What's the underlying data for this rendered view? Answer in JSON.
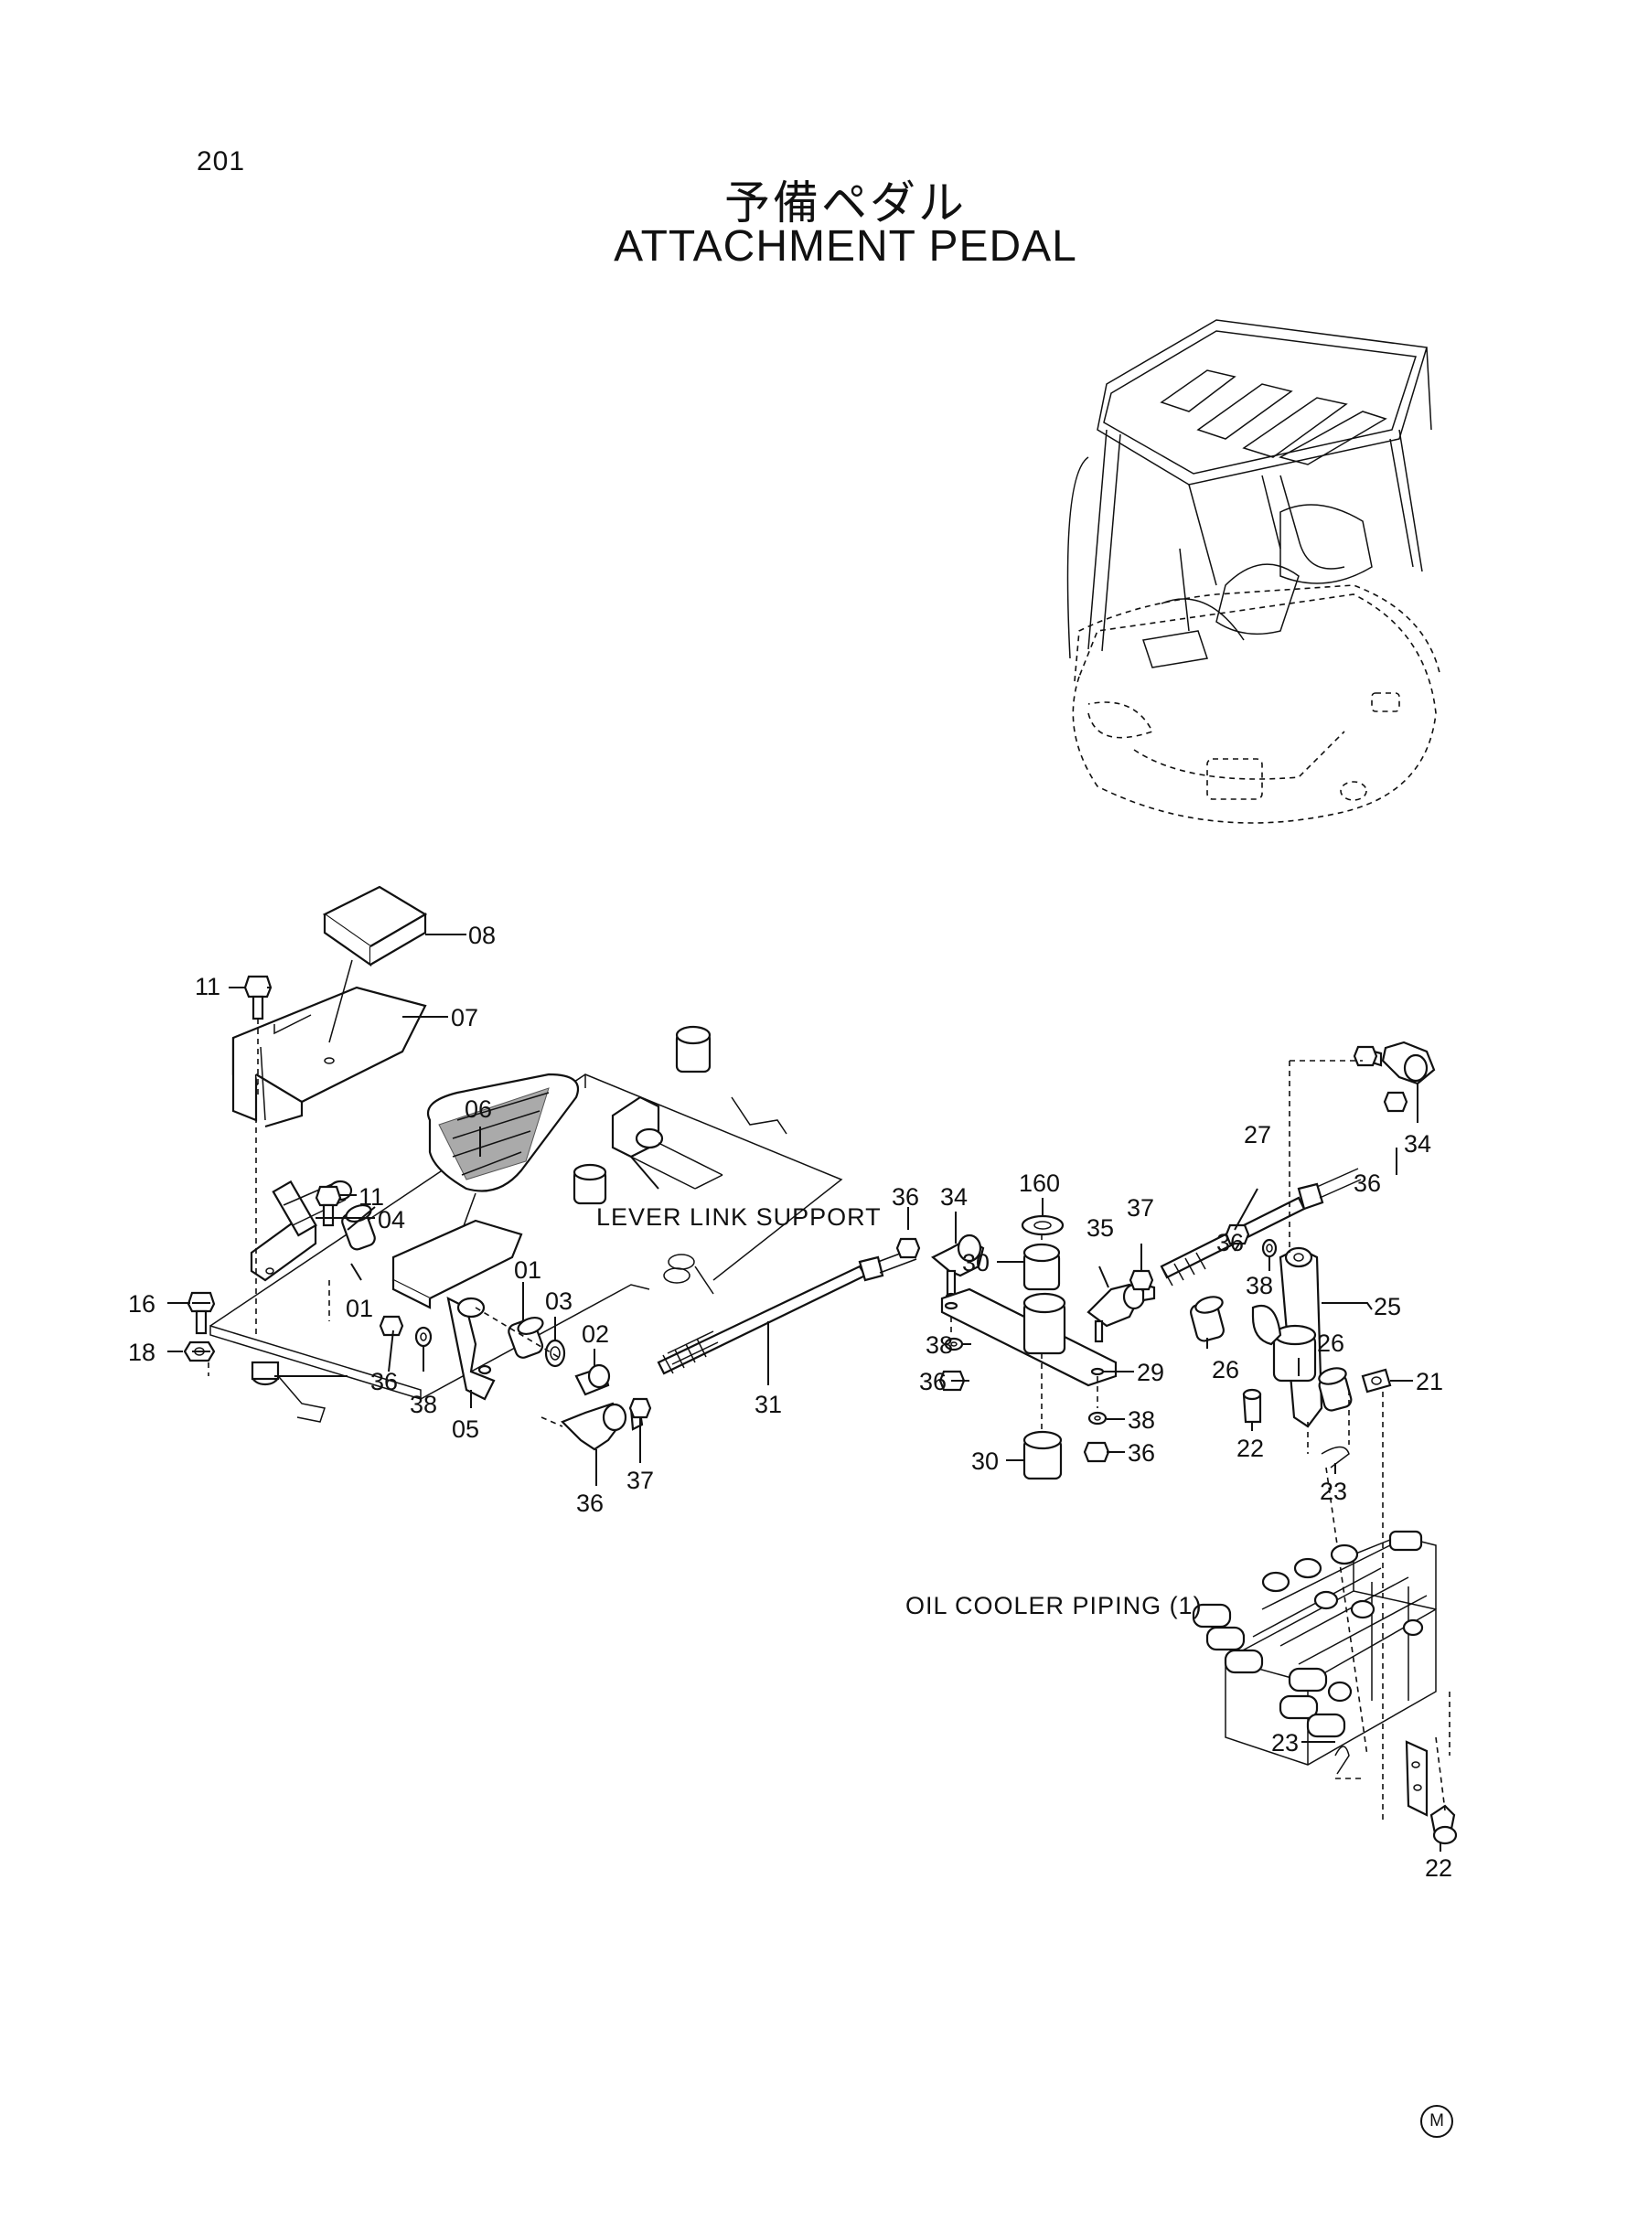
{
  "page_number": "201",
  "title_jp": "予備ペダル",
  "title_en": "ATTACHMENT PEDAL",
  "notes": {
    "lever_link_support": "LEVER LINK SUPPORT",
    "oil_cooler_piping": "OIL COOLER PIPING (1)"
  },
  "part_labels": [
    {
      "id": "p08",
      "text": "08"
    },
    {
      "id": "p11a",
      "text": "11"
    },
    {
      "id": "p07",
      "text": "07"
    },
    {
      "id": "p06",
      "text": "06"
    },
    {
      "id": "p11b",
      "text": "11"
    },
    {
      "id": "p04",
      "text": "04"
    },
    {
      "id": "p01a",
      "text": "01"
    },
    {
      "id": "p01b",
      "text": "01"
    },
    {
      "id": "p03",
      "text": "03"
    },
    {
      "id": "p02",
      "text": "02"
    },
    {
      "id": "p16",
      "text": "16"
    },
    {
      "id": "p18",
      "text": "18"
    },
    {
      "id": "p36a",
      "text": "36"
    },
    {
      "id": "p38a",
      "text": "38"
    },
    {
      "id": "p05",
      "text": "05"
    },
    {
      "id": "p36b",
      "text": "36"
    },
    {
      "id": "p37a",
      "text": "37"
    },
    {
      "id": "p31",
      "text": "31"
    },
    {
      "id": "p36c",
      "text": "36"
    },
    {
      "id": "p34a",
      "text": "34"
    },
    {
      "id": "p160",
      "text": "160"
    },
    {
      "id": "p30a",
      "text": "30"
    },
    {
      "id": "p35",
      "text": "35"
    },
    {
      "id": "p37b",
      "text": "37"
    },
    {
      "id": "p38b",
      "text": "38"
    },
    {
      "id": "p36d",
      "text": "36"
    },
    {
      "id": "p29",
      "text": "29"
    },
    {
      "id": "p30b",
      "text": "30"
    },
    {
      "id": "p38c",
      "text": "38"
    },
    {
      "id": "p36e",
      "text": "36"
    },
    {
      "id": "p27",
      "text": "27"
    },
    {
      "id": "p36f",
      "text": "36"
    },
    {
      "id": "p34b",
      "text": "34"
    },
    {
      "id": "p36g",
      "text": "36"
    },
    {
      "id": "p38d",
      "text": "38"
    },
    {
      "id": "p25",
      "text": "25"
    },
    {
      "id": "p26a",
      "text": "26"
    },
    {
      "id": "p26b",
      "text": "26"
    },
    {
      "id": "p21",
      "text": "21"
    },
    {
      "id": "p22a",
      "text": "22"
    },
    {
      "id": "p23a",
      "text": "23"
    },
    {
      "id": "p23b",
      "text": "23"
    },
    {
      "id": "p22b",
      "text": "22"
    }
  ],
  "manufacturer_mark": "M"
}
